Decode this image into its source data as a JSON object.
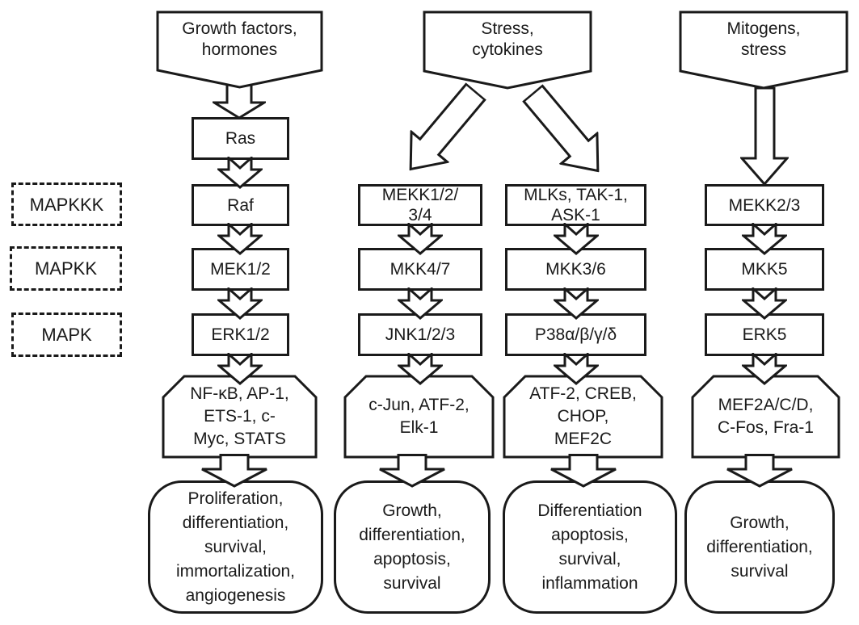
{
  "colors": {
    "stroke": "#1a1a1a",
    "fill": "#ffffff"
  },
  "levels": [
    {
      "label": "MAPKKK"
    },
    {
      "label": "MAPKK"
    },
    {
      "label": "MAPK"
    }
  ],
  "inputs": [
    {
      "label": "Growth factors,\nhormones"
    },
    {
      "label": "Stress,\ncytokines"
    },
    {
      "label": "Mitogens,\nstress"
    }
  ],
  "columns": [
    {
      "upstream": "Ras",
      "mapkkk": "Raf",
      "mapkk": "MEK1/2",
      "mapk": "ERK1/2",
      "tf": "NF-κB, AP-1,\nETS-1, c-\nMyc, STATS",
      "outcome": "Proliferation,\ndifferentiation,\nsurvival,\nimmortalization,\nangiogenesis"
    },
    {
      "mapkkk": "MEKK1/2/\n3/4",
      "mapkk": "MKK4/7",
      "mapk": "JNK1/2/3",
      "tf": "c-Jun, ATF-2,\nElk-1",
      "outcome": "Growth,\ndifferentiation,\napoptosis,\nsurvival"
    },
    {
      "mapkkk": "MLKs, TAK-1,\nASK-1",
      "mapkk": "MKK3/6",
      "mapk": "P38α/β/γ/δ",
      "tf": "ATF-2, CREB,\nCHOP,\nMEF2C",
      "outcome": "Differentiation\napoptosis,\nsurvival,\ninflammation"
    },
    {
      "mapkkk": "MEKK2/3",
      "mapkk": "MKK5",
      "mapk": "ERK5",
      "tf": "MEF2A/C/D,\nC-Fos, Fra-1",
      "outcome": "Growth,\ndifferentiation,\nsurvival"
    }
  ]
}
